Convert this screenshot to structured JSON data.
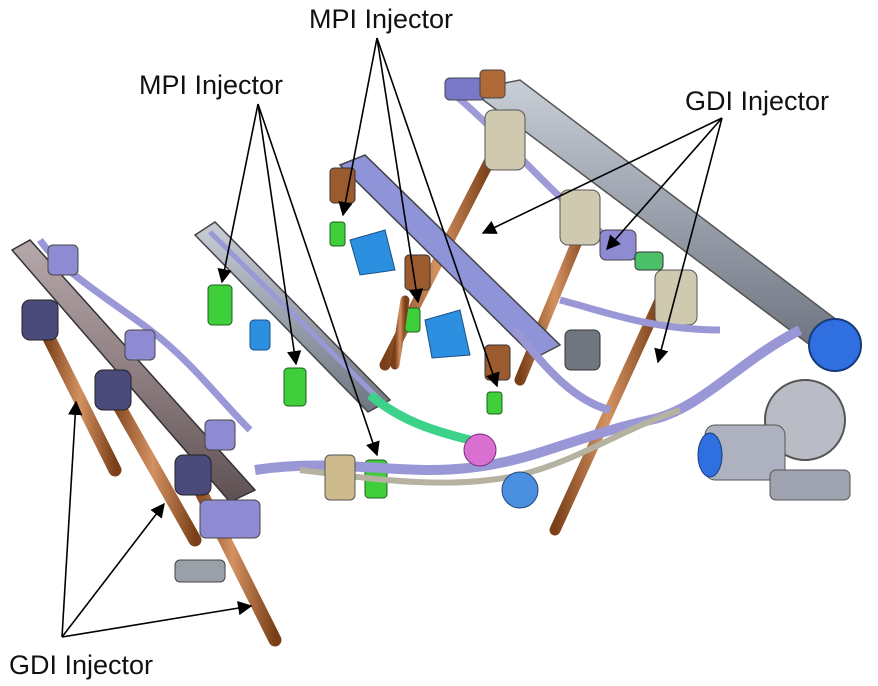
{
  "labels": {
    "mpi_top": "MPI Injector",
    "mpi_left": "MPI Injector",
    "gdi_right": "GDI Injector",
    "gdi_bottom": "GDI Injector"
  },
  "colors": {
    "rail_blue": "#8c8fd6",
    "rail_grey": "#a7adb8",
    "gdi_copper": "#b8713c",
    "mpi_green": "#3ecf3a",
    "bracket_blue": "#2d8fe0",
    "pump_blue": "#2f6fe0",
    "fuel_pipe_purple": "#a79ad9",
    "dark_rail": "#8f7f82"
  }
}
